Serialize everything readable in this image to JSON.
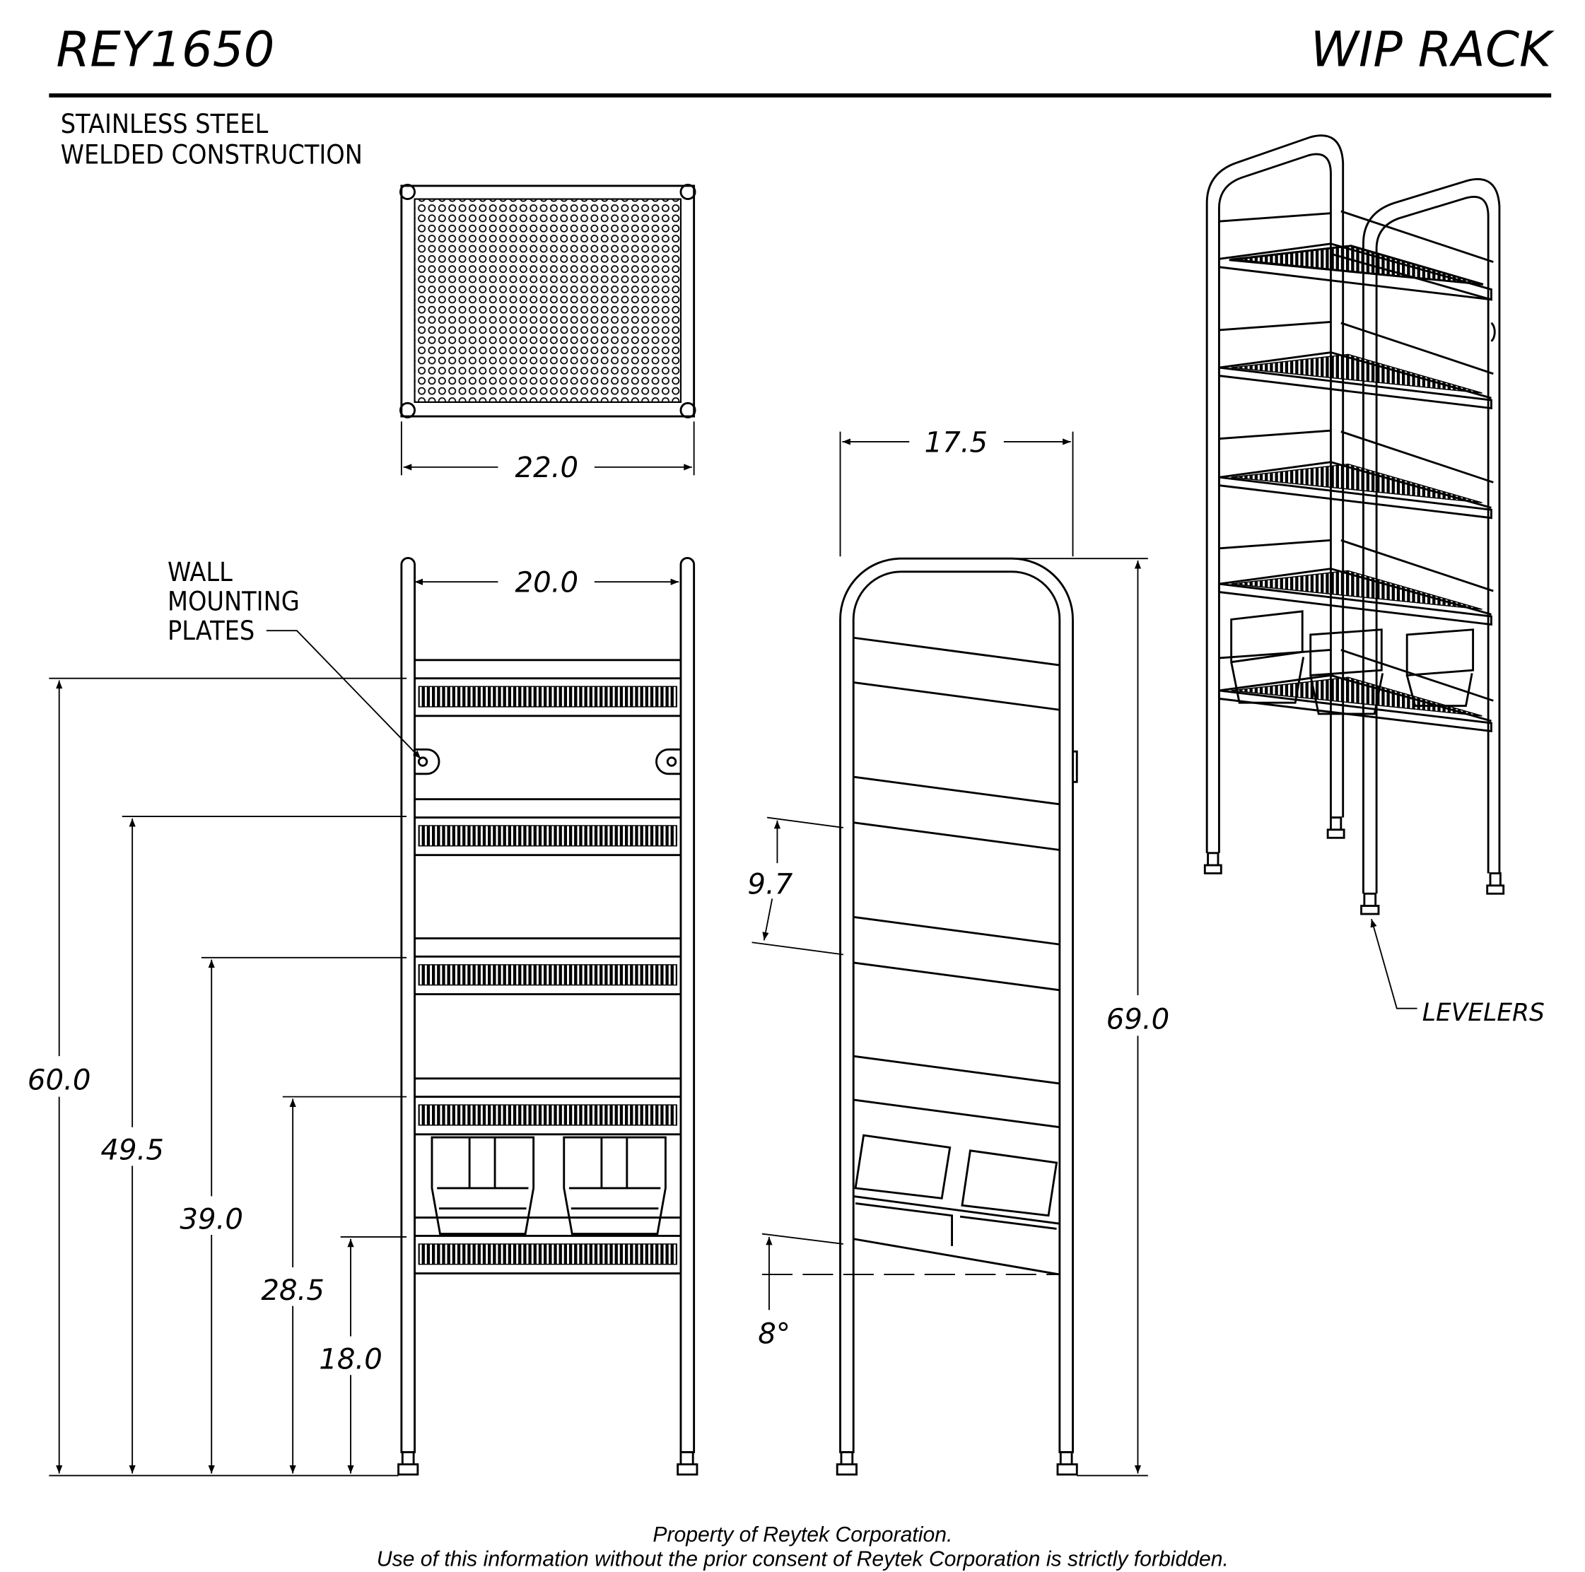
{
  "header": {
    "part_number": "REY1650",
    "product_name": "WIP RACK"
  },
  "notes": [
    "STAINLESS STEEL",
    "WELDED CONSTRUCTION"
  ],
  "callouts": {
    "wall_plates": [
      "WALL",
      "MOUNTING",
      "PLATES"
    ],
    "levelers": "LEVELERS"
  },
  "dimensions": {
    "top_width": "22.0",
    "inner_width": "20.0",
    "depth": "17.5",
    "overall_height": "69.0",
    "shelf_spacing": "9.7",
    "shelf_angle": "8°",
    "shelf_heights": [
      "60.0",
      "49.5",
      "39.0",
      "28.5",
      "18.0"
    ]
  },
  "footer": {
    "line1": "Property of Reytek Corporation.",
    "line2": "Use of this information without the prior consent of Reytek Corporation is strictly forbidden."
  }
}
